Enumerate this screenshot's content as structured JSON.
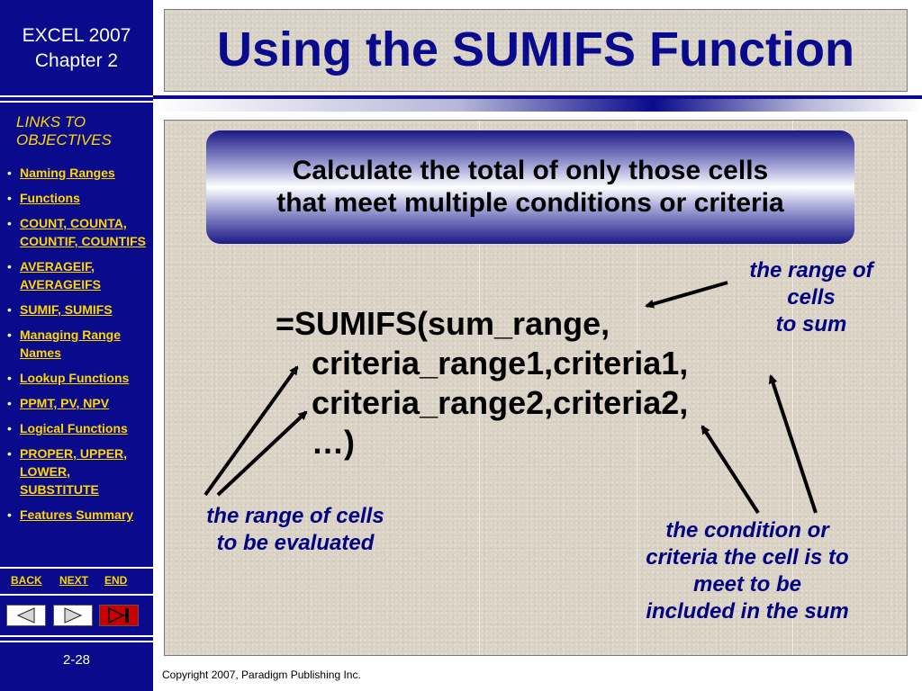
{
  "sidebar": {
    "course_title_line1": "EXCEL 2007",
    "course_title_line2": "Chapter 2",
    "links_title_line1": "LINKS TO",
    "links_title_line2": "OBJECTIVES",
    "objectives": [
      [
        "Naming Ranges"
      ],
      [
        "Functions"
      ],
      [
        "COUNT, COUNTA,",
        "COUNTIF, COUNTIFS"
      ],
      [
        "AVERAGEIF,",
        "AVERAGEIFS"
      ],
      [
        "SUMIF, SUMIFS"
      ],
      [
        "Managing Range",
        "Names"
      ],
      [
        "Lookup Functions"
      ],
      [
        "PPMT, PV, NPV"
      ],
      [
        "Logical Functions"
      ],
      [
        "PROPER, UPPER,",
        "LOWER,",
        "SUBSTITUTE"
      ],
      [
        "Features Summary"
      ]
    ],
    "nav": {
      "back": "BACK",
      "next": "NEXT",
      "end": "END"
    },
    "page_number": "2-28"
  },
  "slide": {
    "title": "Using the SUMIFS Function",
    "banner_line1": "Calculate the total of only those cells",
    "banner_line2": "that meet multiple conditions or criteria",
    "formula": {
      "line1": "=SUMIFS(sum_range,",
      "line2": "criteria_range1,criteria1,",
      "line3": "criteria_range2,criteria2,",
      "line4": "…)"
    },
    "note_sum_range": [
      "the range of",
      "cells",
      "to sum"
    ],
    "note_evaluated": [
      "the range of cells",
      "to be evaluated"
    ],
    "note_criteria": [
      "the condition or",
      "criteria the cell is to",
      "meet to be",
      "included in the sum"
    ]
  },
  "footer": {
    "copyright": "Copyright 2007, Paradigm Publishing Inc."
  },
  "colors": {
    "navy": "#0a0a8c",
    "gold": "#ffd700",
    "annotation": "#000080"
  },
  "icons": {
    "back": "left-triangle-icon",
    "next": "right-triangle-icon",
    "end": "end-triangle-icon"
  }
}
